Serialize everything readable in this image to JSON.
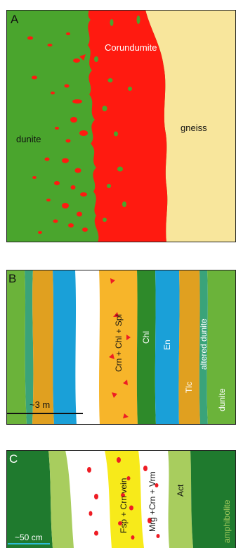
{
  "panel_a": {
    "letter": "A",
    "labels": {
      "corundumite": "Corundumite",
      "dunite": "dunite",
      "gneiss": "gneiss"
    },
    "colors": {
      "dunite": "#4aa52d",
      "corundumite": "#ff1a10",
      "gneiss": "#f8e69c"
    }
  },
  "panel_b": {
    "letter": "B",
    "labels": {
      "crn_chl_spl": "Crn + Chl + Spl",
      "chl": "Chl",
      "en": "En",
      "tlc": "Tlc",
      "altered_dunite": "altered dunite",
      "dunite": "dunite"
    },
    "scale": "~3 m",
    "colors": {
      "green": "#6bb33a",
      "teal": "#3aa37a",
      "orange": "#e0a020",
      "blue": "#1aa0d8",
      "yellow_orange": "#f7b52a",
      "dark_green": "#2e8a2a",
      "red_grain": "#ee1c24"
    }
  },
  "panel_c": {
    "letter": "C",
    "labels": {
      "fsp_crn_vein": "Fsp + Crn vein",
      "mrg_crn_vrm": "Mrg +Crn + Vrm",
      "act": "Act",
      "amphibolite": "amphibolite"
    },
    "scale": "~50 cm",
    "colors": {
      "dark_green": "#1f7a2e",
      "light_green": "#a8cd5e",
      "yellow": "#f7ea1a",
      "red_grain": "#ee1c24"
    }
  }
}
